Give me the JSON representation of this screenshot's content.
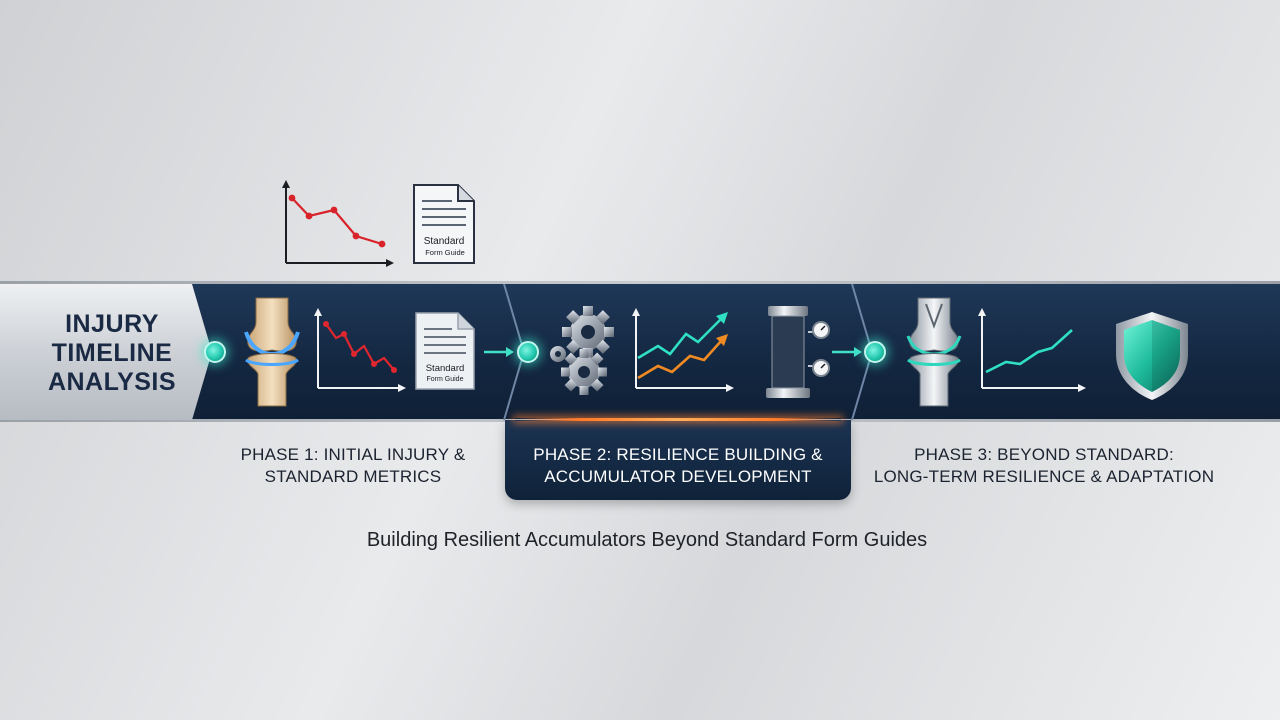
{
  "title": "INJURY TIMELINE ANALYSIS",
  "title_lines": [
    "INJURY",
    "TIMELINE",
    "ANALYSIS"
  ],
  "document_label_line1": "Standard",
  "document_label_line2": "Form Guide",
  "phases": [
    {
      "line1": "PHASE 1: INITIAL INJURY &",
      "line2": "STANDARD METRICS"
    },
    {
      "line1": "PHASE 2: RESILIENCE BUILDING &",
      "line2": "ACCUMULATOR DEVELOPMENT"
    },
    {
      "line1": "PHASE 3: BEYOND STANDARD:",
      "line2": "LONG-TERM RESILIENCE & ADAPTATION"
    }
  ],
  "subtitle": "Building Resilient Accumulators Beyond Standard Form Guides",
  "icons": [
    "knee-joint-icon",
    "declining-chart-icon",
    "document-icon",
    "gears-icon",
    "rising-chart-icon",
    "spring-accumulator-icon",
    "metal-knee-icon",
    "steady-growth-chart-icon",
    "shield-icon"
  ],
  "colors": {
    "band": "#142842",
    "accent_teal": "#22c8ae",
    "decline_red": "#d8232a",
    "phase2_highlight": "#ff7a2a",
    "text_dark": "#1c2330"
  }
}
